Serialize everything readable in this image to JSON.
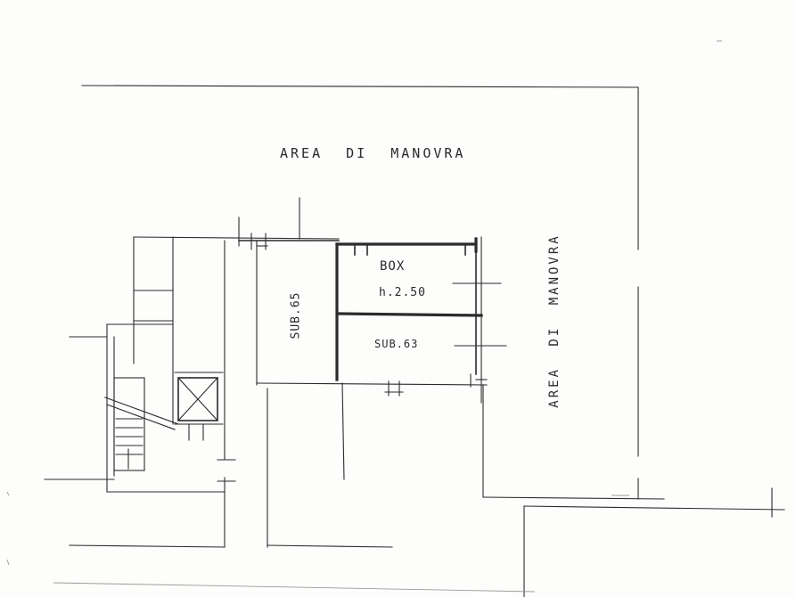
{
  "labels": {
    "area_top": "AREA DI MANOVRA",
    "area_right": "AREA DI MANOVRA",
    "box_title": "BOX",
    "box_height": "h.2.50",
    "sub_63": "SUB.63",
    "sub_65": "SUB.65"
  },
  "colors": {
    "ink": "#2b2b2b",
    "paper": "#fdfdfc"
  }
}
